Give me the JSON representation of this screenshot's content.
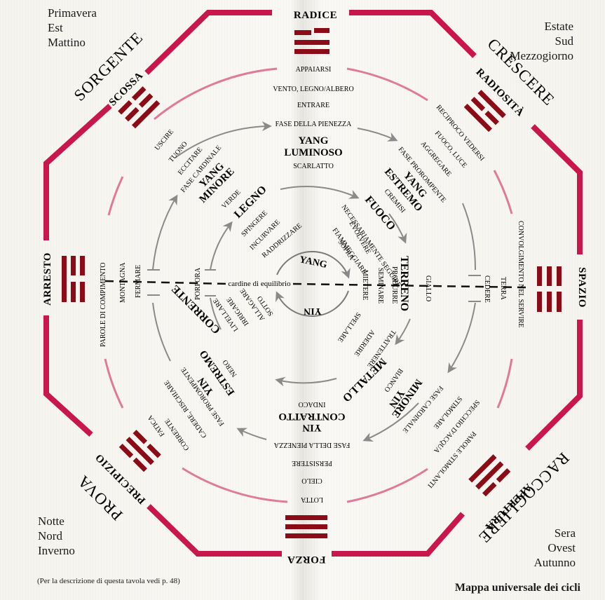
{
  "colors": {
    "octagon": "#c8174a",
    "trigram": "#8b0b16",
    "ring_pink": "#e07a9a",
    "arrow_gray": "#8a8a8a"
  },
  "corners": {
    "top_left": [
      "Primavera",
      "Est",
      "Mattino"
    ],
    "top_right": [
      "Estate",
      "Sud",
      "Mezzogiorno"
    ],
    "bottom_left": [
      "Notte",
      "Nord",
      "Inverno"
    ],
    "bottom_right": [
      "Sera",
      "Ovest",
      "Autunno"
    ]
  },
  "octagon_labels": {
    "top_left": "SORGENTE",
    "top_right": "CRESCERE",
    "bottom_left": "PROVA",
    "bottom_right": "RACCOGLIERE"
  },
  "trigrams": {
    "top": {
      "name": "RADICE",
      "lines": [
        "broken",
        "solid",
        "solid"
      ],
      "words": [
        "APPAIARSI"
      ]
    },
    "top_right": {
      "name": "RADIOSITÀ",
      "words": [
        "RECIPROCO VEDERSI",
        "FUOCO, LUCE",
        "AGGREGARE",
        "FASE PROROMPENTE"
      ]
    },
    "right": {
      "name": "SPAZIO",
      "words": [
        "CONVOLGIMENTO NEL SERVIRE",
        "TERRA",
        "CEDERE"
      ]
    },
    "bottom_right": {
      "name": "APERTURA",
      "words": [
        "PAROLE STIMOLANTI",
        "SPECCHIO D'ACQUA",
        "STIMOLARE",
        "FASE CARDINALE"
      ]
    },
    "bottom": {
      "name": "FORZA",
      "words": [
        "LOTTA",
        "CIELO",
        "PERSISTERE",
        "FASE DELLA PIENEZZA"
      ]
    },
    "bottom_left": {
      "name": "PRECIPIZIO",
      "words": [
        "FATICA",
        "CORRENTE",
        "CADERE, RISCHIARE",
        "FASE PROROMPENTE"
      ]
    },
    "left": {
      "name": "ARRESTO",
      "words": [
        "PAROLE DI COMPIMENTO",
        "MONTAGNA",
        "FERMARE"
      ]
    },
    "top_left": {
      "name": "SCOSSA",
      "words": [
        "USCIRE",
        "TUONO",
        "ECCITARE",
        "FASE CARDINALE"
      ]
    }
  },
  "top_column": [
    "VENTO, LEGNO/ALBERO",
    "ENTRARE",
    "FASE DELLA PIENEZZA"
  ],
  "phases": {
    "yang_luminoso": {
      "title": [
        "YANG",
        "LUMINOSO"
      ],
      "color": "SCARLATTO"
    },
    "yang_estremo": {
      "title": [
        "YANG",
        "ESTREMO"
      ],
      "color": "CREMISI"
    },
    "yang_minore": {
      "title": [
        "YANG",
        "MINORE"
      ],
      "color": "VERDE"
    },
    "yin_minore": {
      "title": [
        "YIN",
        "MINORE"
      ],
      "color": "BIANCO"
    },
    "yin_contratto": {
      "title": [
        "YIN",
        "CONTRATTO"
      ],
      "color": "INDACO"
    },
    "yin_estremo": {
      "title": [
        "YIN",
        "ESTREMO"
      ],
      "color": "NERO"
    },
    "left_color": "PORPORA",
    "right_color": "GIALLO"
  },
  "elements": {
    "legno": {
      "name": "LEGNO",
      "verbs": [
        "SPINGERE",
        "INCURVARE",
        "RADDRIZZARE"
      ]
    },
    "fuoco": {
      "name": "FUOCO",
      "verbs": [
        "NECESSARIAMENTE SEGUIRE",
        "EVOLVERE",
        "FIAMMEGGIARE",
        "SOPRA"
      ]
    },
    "terreno": {
      "name": "TERRENO",
      "verbs": [
        "PRODURRE",
        "SEMINARE",
        "MIETERE"
      ]
    },
    "metallo": {
      "name": "METALLO",
      "verbs": [
        "TRATTENERE",
        "ADERIRE",
        "SPELLARE"
      ]
    },
    "corrente": {
      "name": "CORRENTE",
      "verbs": [
        "LIVELLARE",
        "IRRIGARE",
        "ALLAGARE",
        "SOTTO"
      ]
    }
  },
  "center": {
    "yang": "YANG",
    "yin": "YIN",
    "axis": "cardine di equilibrio"
  },
  "footer": {
    "note": "(Per la descrizione di questa tavola vedi p. 48)",
    "caption": "Mappa universale dei cicli"
  }
}
